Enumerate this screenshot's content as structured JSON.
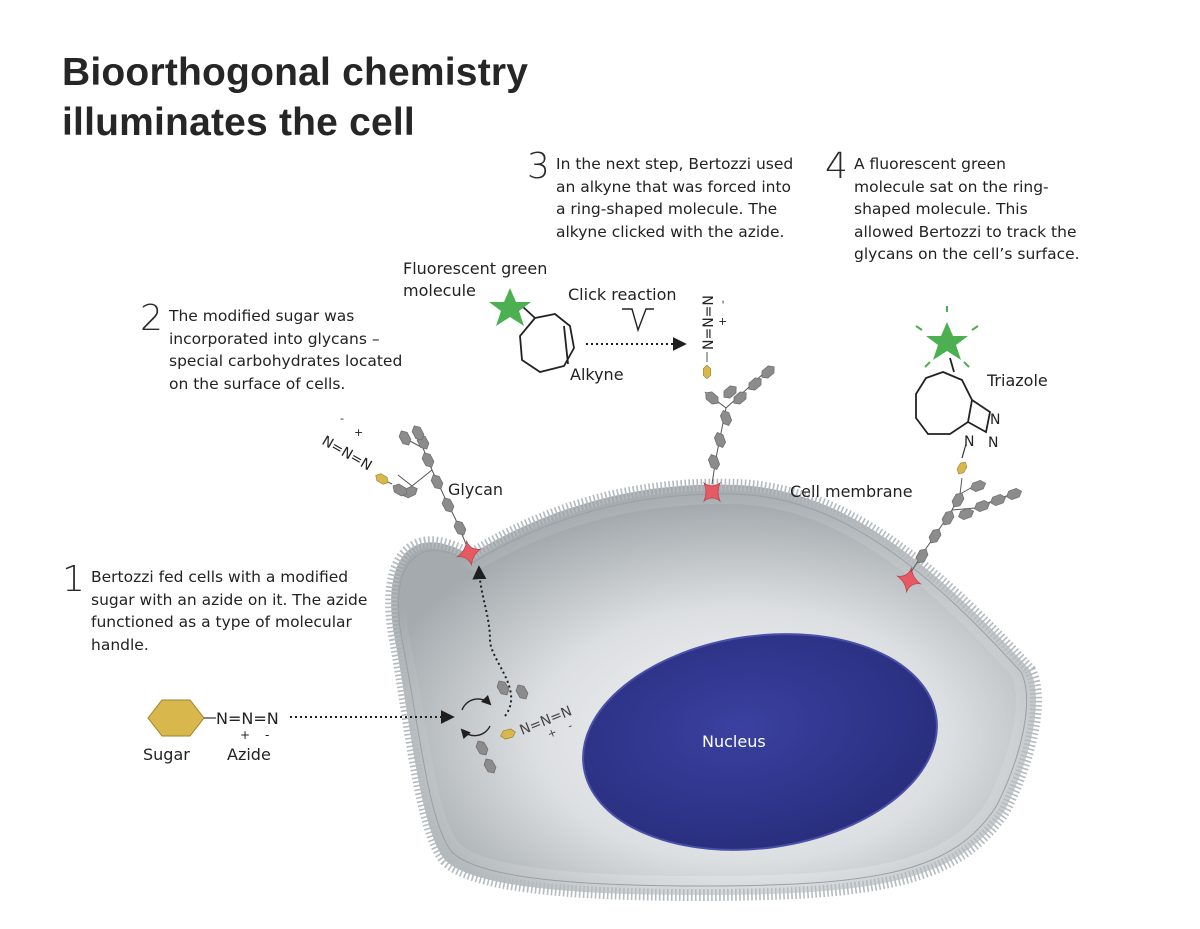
{
  "title": {
    "line1": "Bioorthogonal chemistry",
    "line2": "illuminates the cell"
  },
  "steps": [
    {
      "number": "1",
      "lines": [
        "Bertozzi fed cells with a modified",
        "sugar with an azide on it. The azide",
        "functioned as a type of molecular",
        "handle."
      ]
    },
    {
      "number": "2",
      "lines": [
        "The modified sugar was",
        "incorporated into glycans –",
        "special carbohydrates located",
        "on the surface of cells."
      ]
    },
    {
      "number": "3",
      "lines": [
        "In the next step, Bertozzi used",
        "an alkyne that was forced into",
        "a ring-shaped molecule. The",
        "alkyne clicked with the azide."
      ]
    },
    {
      "number": "4",
      "lines": [
        "A fluorescent green",
        "molecule sat on the ring-",
        "shaped molecule. This",
        "allowed Bertozzi to track the",
        "glycans on the cell’s surface."
      ]
    }
  ],
  "labels": {
    "sugar": "Sugar",
    "azide": "Azide",
    "glycan": "Glycan",
    "nucleus": "Nucleus",
    "cell_membrane": "Cell membrane",
    "fluorescent_line1": "Fluorescent green",
    "fluorescent_line2": "molecule",
    "click_reaction": "Click reaction",
    "alkyne": "Alkyne",
    "triazole": "Triazole"
  },
  "chem": {
    "n": "N",
    "azide_chain": "N=N=N",
    "plus": "+",
    "minus": "-"
  },
  "colors": {
    "sugar": "#d8b84c",
    "glycan_unit": "#8c8c8c",
    "anchor": "#e65a64",
    "fluorescent": "#4caf50",
    "nucleus": "#2e3488",
    "cell_outer": "#c8ccd0",
    "membrane": "#bfc4c6"
  }
}
